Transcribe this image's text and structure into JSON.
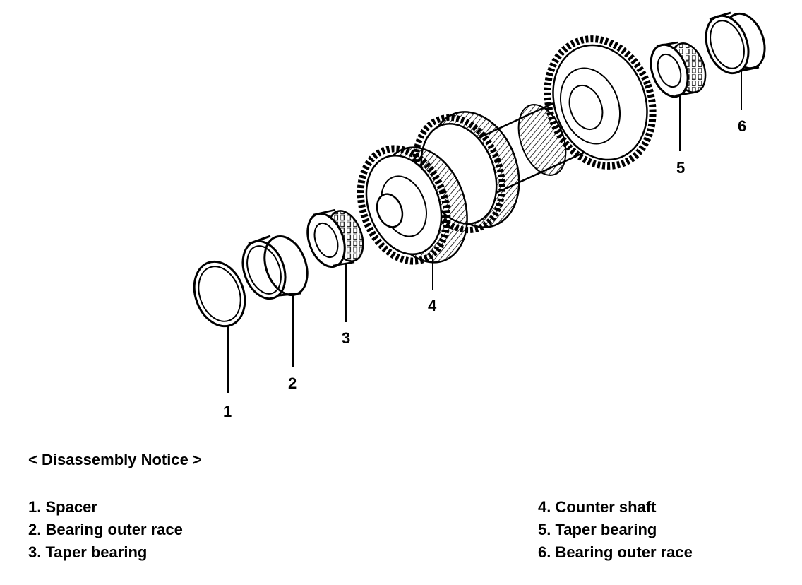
{
  "callouts": [
    "1",
    "2",
    "3",
    "4",
    "5",
    "6"
  ],
  "notice_title": "< Disassembly Notice >",
  "legend_left": [
    {
      "num": "1.",
      "text": "Spacer"
    },
    {
      "num": "2.",
      "text": "Bearing outer race"
    },
    {
      "num": "3.",
      "text": "Taper bearing"
    }
  ],
  "legend_right": [
    {
      "num": "4.",
      "text": "Counter shaft"
    },
    {
      "num": "5.",
      "text": "Taper bearing"
    },
    {
      "num": "6.",
      "text": "Bearing outer race"
    }
  ]
}
